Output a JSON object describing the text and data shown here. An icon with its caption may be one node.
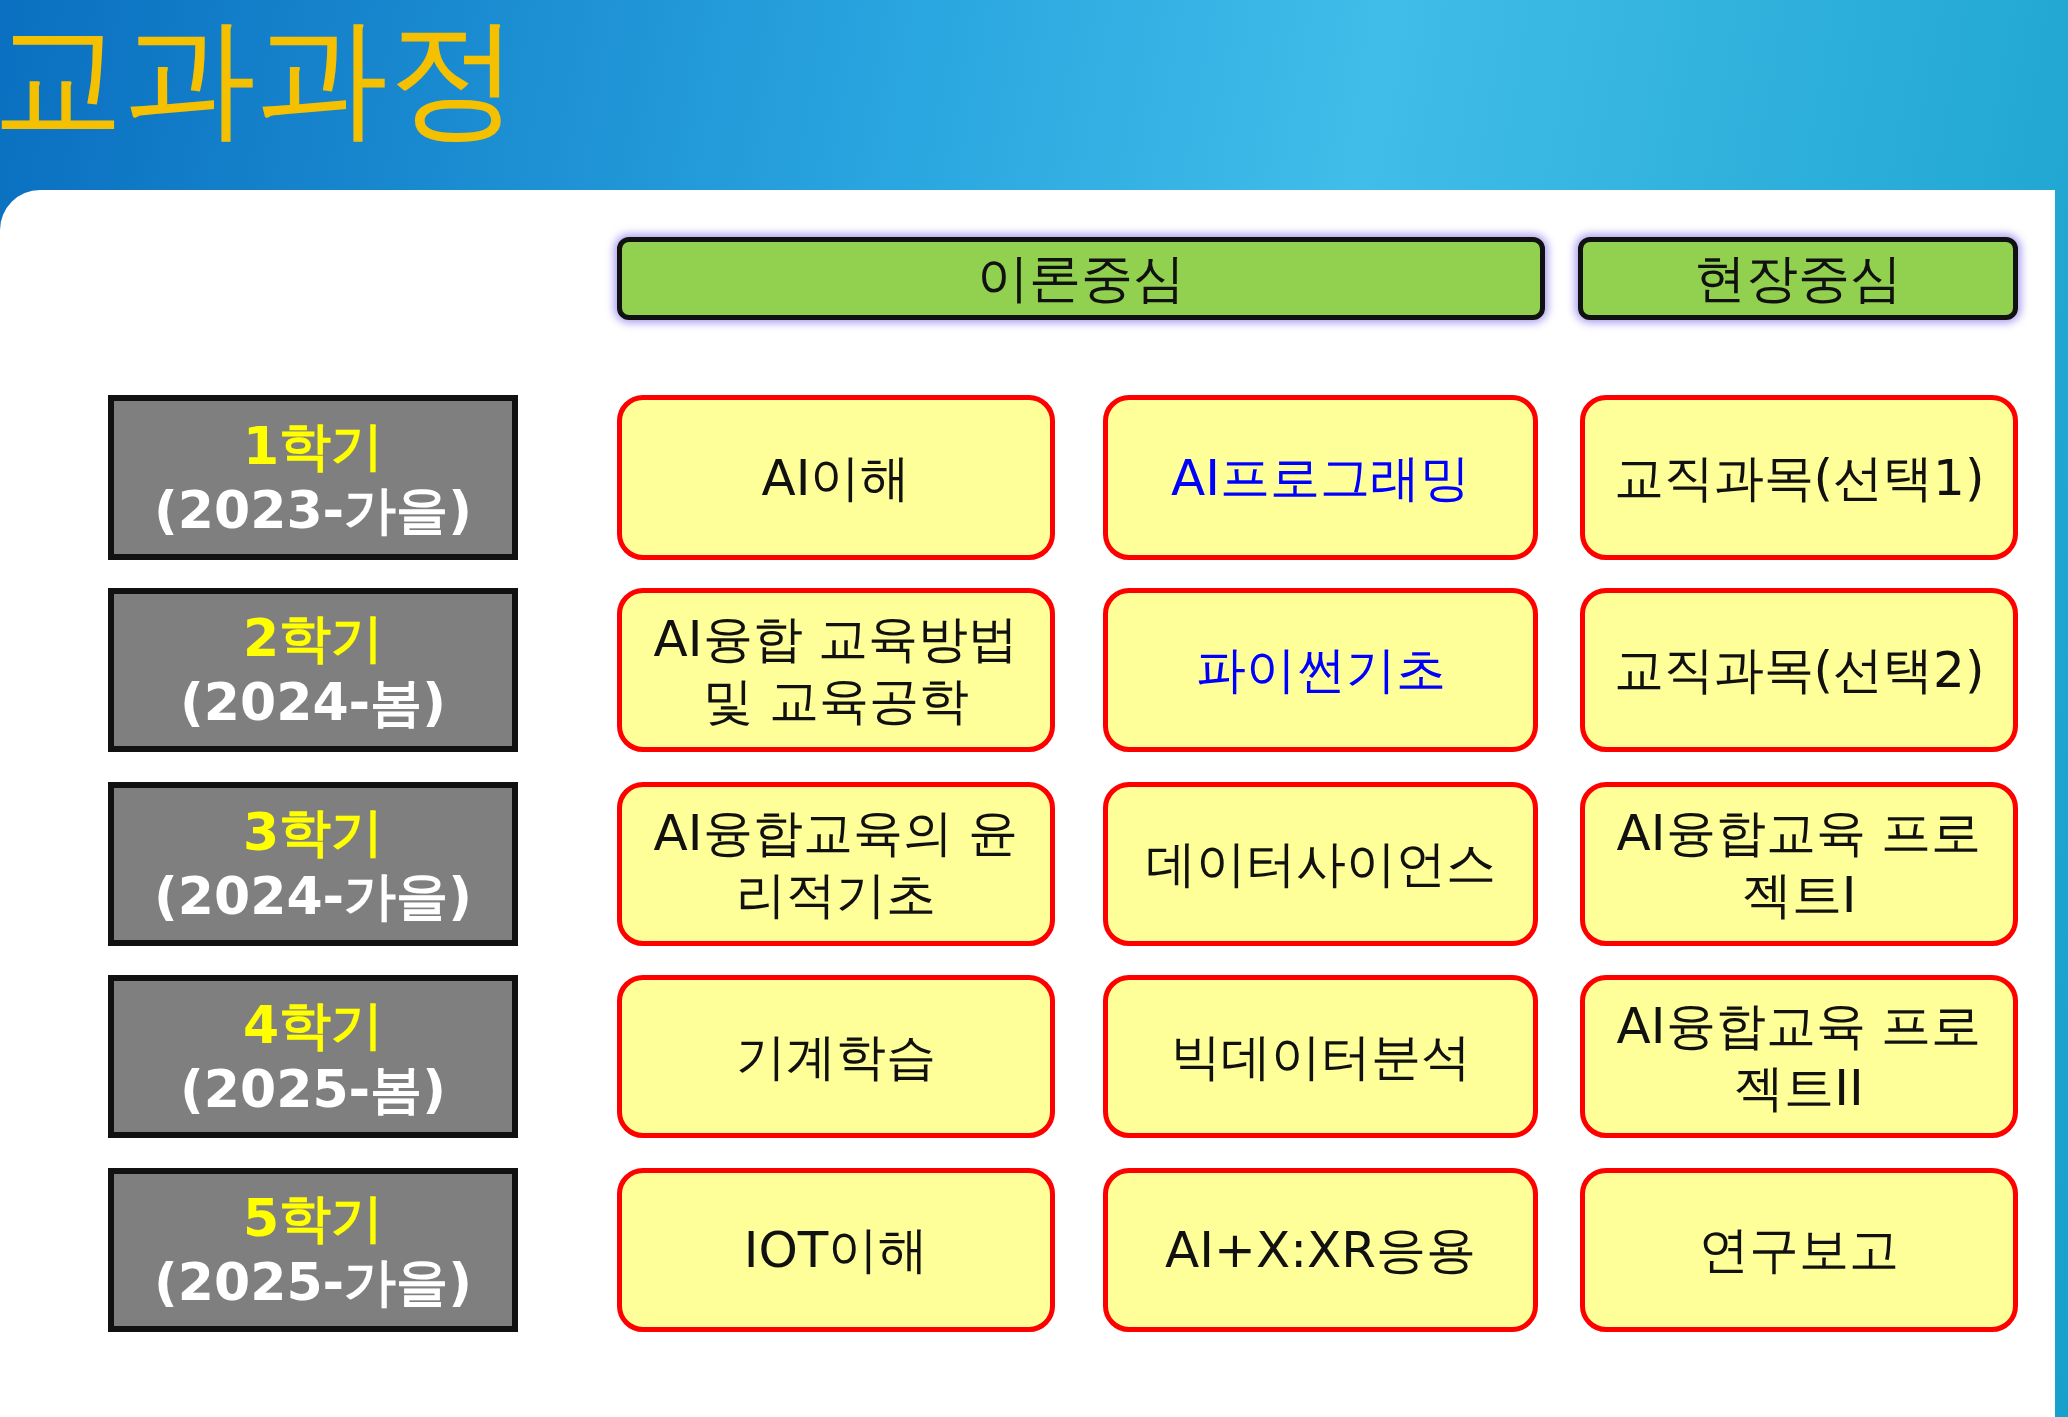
{
  "diagram": {
    "title": "교과과정",
    "nodes": [
      {
        "text": [
          "이론중심"
        ]
      },
      {
        "text": [
          "현장중심"
        ]
      },
      {
        "text": [
          "1학기",
          "(2023-가을)"
        ]
      },
      {
        "text": [
          "AI이해"
        ]
      },
      {
        "text": [
          "AI프로그래밍"
        ]
      },
      {
        "text": [
          "교직과목(선택1)"
        ]
      },
      {
        "text": [
          "2학기",
          "(2024-봄)"
        ]
      },
      {
        "text": [
          "AI융합 교육방법 및 교육공학"
        ]
      },
      {
        "text": [
          "파이썬기초"
        ]
      },
      {
        "text": [
          "교직과목(선택2)"
        ]
      },
      {
        "text": [
          "3학기",
          "(2024-가을)"
        ]
      },
      {
        "text": [
          "AI융합교육의 윤리적기초"
        ]
      },
      {
        "text": [
          "데이터사이언스"
        ]
      },
      {
        "text": [
          "AI융합교육 프로젝트I"
        ]
      },
      {
        "text": [
          "4학기",
          "(2025-봄)"
        ]
      },
      {
        "text": [
          "기계학습"
        ]
      },
      {
        "text": [
          "빅데이터분석"
        ]
      },
      {
        "text": [
          "AI융합교육 프로젝트II"
        ]
      },
      {
        "text": [
          "5학기",
          "(2025-가을)"
        ]
      },
      {
        "text": [
          "IOT이해"
        ]
      },
      {
        "text": [
          "AI+X:XR응용"
        ]
      },
      {
        "text": [
          "연구보고"
        ]
      }
    ]
  }
}
